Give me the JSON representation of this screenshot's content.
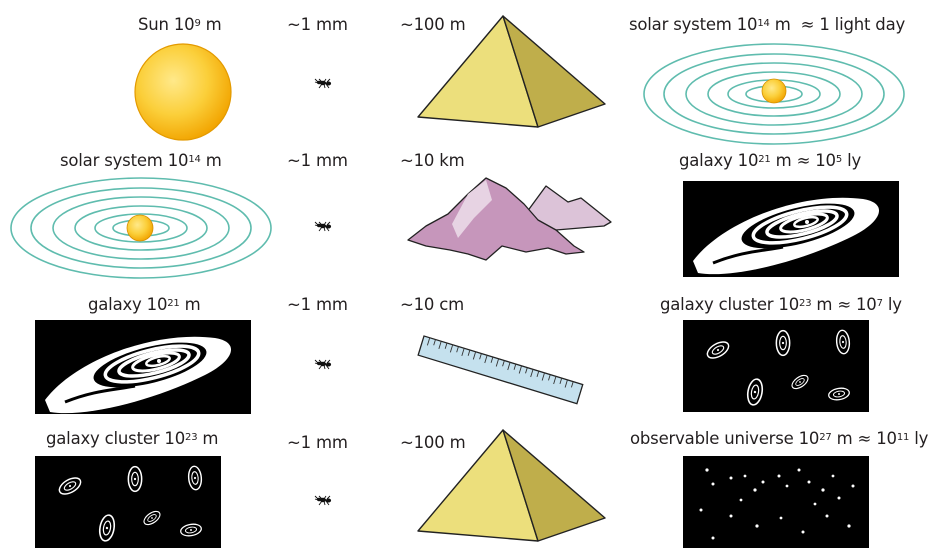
{
  "rows": [
    {
      "object": {
        "name": "Sun",
        "base": "10",
        "exp": "9",
        "unit": "m"
      },
      "ant": "~1 mm",
      "thing": "~100 m",
      "scaled": {
        "name": "solar system",
        "base": "10",
        "exp": "14",
        "unit": "m",
        "approx": "≈ 1 light day"
      }
    },
    {
      "object": {
        "name": "solar system",
        "base": "10",
        "exp": "14",
        "unit": "m"
      },
      "ant": "~1 mm",
      "thing": "~10 km",
      "scaled": {
        "name": "galaxy",
        "base": "10",
        "exp": "21",
        "unit": "m",
        "approx": "≈ 10",
        "approx_exp": "5",
        "approx_unit": "ly"
      }
    },
    {
      "object": {
        "name": "galaxy",
        "base": "10",
        "exp": "21",
        "unit": "m"
      },
      "ant": "~1 mm",
      "thing": "~10 cm",
      "scaled": {
        "name": "galaxy cluster",
        "base": "10",
        "exp": "23",
        "unit": "m",
        "approx": "≈ 10",
        "approx_exp": "7",
        "approx_unit": "ly"
      }
    },
    {
      "object": {
        "name": "galaxy cluster",
        "base": "10",
        "exp": "23",
        "unit": "m"
      },
      "ant": "~1 mm",
      "thing": "~100 m",
      "scaled": {
        "name": "observable universe",
        "base": "10",
        "exp": "27",
        "unit": "m",
        "approx": "≈ 10",
        "approx_exp": "11",
        "approx_unit": "ly"
      }
    }
  ],
  "colors": {
    "sun": "#f7b500",
    "orbit": "#5fbcae",
    "pyramid": "#ecdf7c",
    "mountain": "#c696bb",
    "ruler": "#c5e1ee",
    "space": "#000000"
  },
  "icons": [
    "sun-icon",
    "orbit-icon",
    "ant-icon",
    "pyramid-icon",
    "mountain-icon",
    "ruler-icon",
    "galaxy-icon",
    "galaxy-cluster-icon",
    "universe-icon"
  ]
}
